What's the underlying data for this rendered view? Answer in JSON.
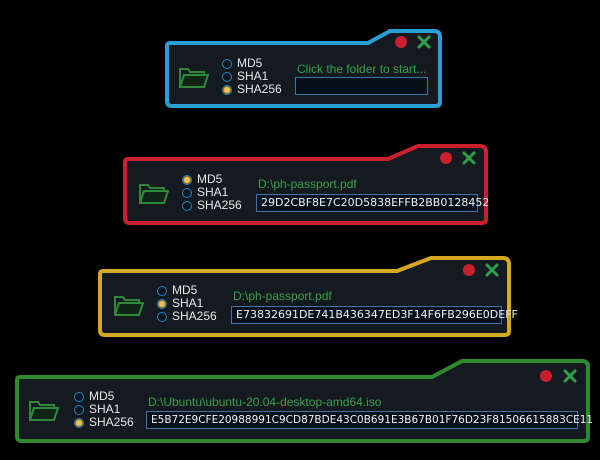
{
  "widgets": [
    {
      "border_color": "#2a9fd6",
      "status": "Click the folder to start...",
      "hash": "",
      "selected": "SHA256",
      "options": [
        "MD5",
        "SHA1",
        "SHA256"
      ]
    },
    {
      "border_color": "#c8202f",
      "status": "D:\\ph-passport.pdf",
      "hash": "29D2CBF8E7C20D5838EFFB2BB0128452",
      "selected": "MD5",
      "options": [
        "MD5",
        "SHA1",
        "SHA256"
      ]
    },
    {
      "border_color": "#d4a820",
      "status": "D:\\ph-passport.pdf",
      "hash": "E73832691DE741B436347ED3F14F6FB296E0DEFF",
      "selected": "SHA1",
      "options": [
        "MD5",
        "SHA1",
        "SHA256"
      ]
    },
    {
      "border_color": "#2f8a2f",
      "status": "D:\\Ubuntu\\ubuntu-20.04-desktop-amd64.iso",
      "hash": "E5B72E9CFE20988991C9CD87BDE43C0B691E3B67B01F76D23F81506615883CE11",
      "selected": "SHA256",
      "options": [
        "MD5",
        "SHA1",
        "SHA256"
      ]
    }
  ],
  "icons": {
    "close": "close-x-icon",
    "minimize": "red-dot-icon",
    "folder": "folder-open-icon"
  }
}
